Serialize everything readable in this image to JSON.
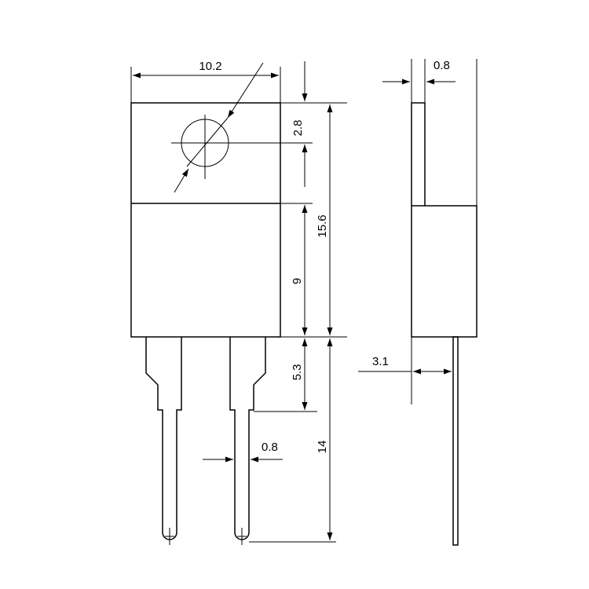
{
  "dimensions": {
    "body_width": "10.2",
    "hole_offset": "2.8",
    "body_height": "15.6",
    "lower_body_height": "9",
    "lead_shoulder": "5.3",
    "lead_length": "14",
    "lead_width": "0.8",
    "tab_thickness": "0.8",
    "lead_offset": "3.1"
  },
  "colors": {
    "line": "#000000",
    "background": "#ffffff"
  }
}
